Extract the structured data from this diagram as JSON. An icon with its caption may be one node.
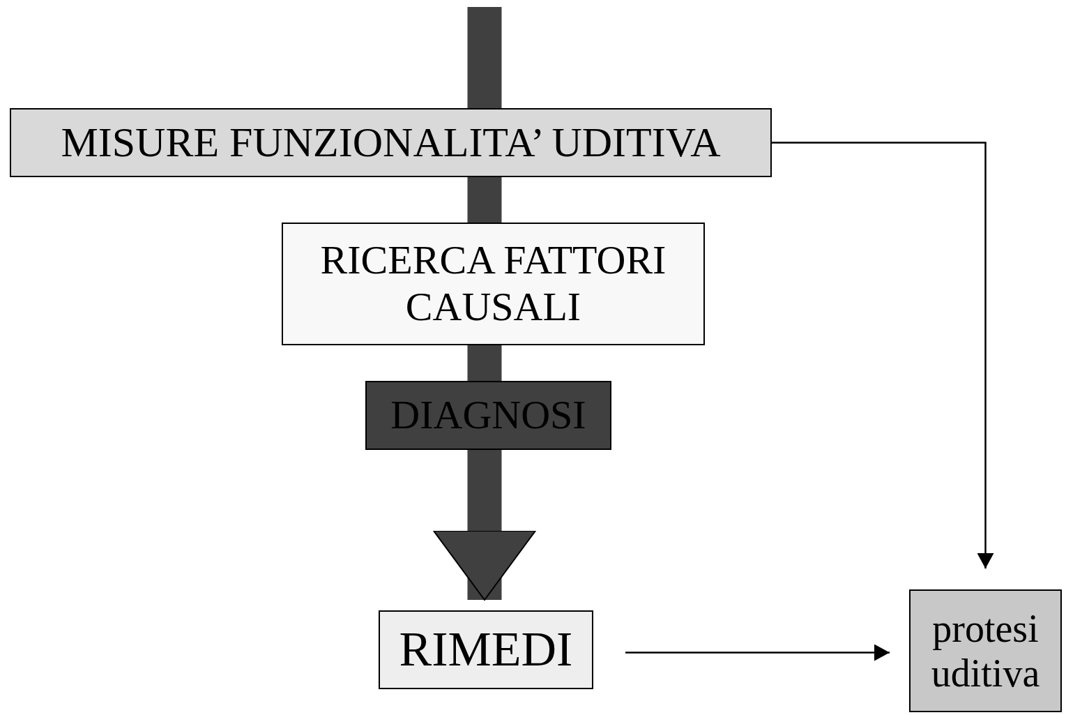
{
  "diagram": {
    "nodes": [
      {
        "text": [
          "MISURE FUNZIONALITA’ UDITIVA"
        ]
      },
      {
        "text": [
          "RICERCA FATTORI CAUSALI"
        ]
      },
      {
        "text": [
          "DIAGNOSI"
        ]
      },
      {
        "text": [
          "RIMEDI"
        ]
      },
      {
        "text": [
          "protesi uditiva"
        ]
      }
    ],
    "edges": [
      {
        "from": null,
        "to": 3,
        "arrow": "to",
        "style": "thick",
        "color": "#404040"
      },
      {
        "from": 0,
        "to": 4,
        "arrow": "to"
      },
      {
        "from": 3,
        "to": 4,
        "arrow": "to"
      }
    ]
  }
}
